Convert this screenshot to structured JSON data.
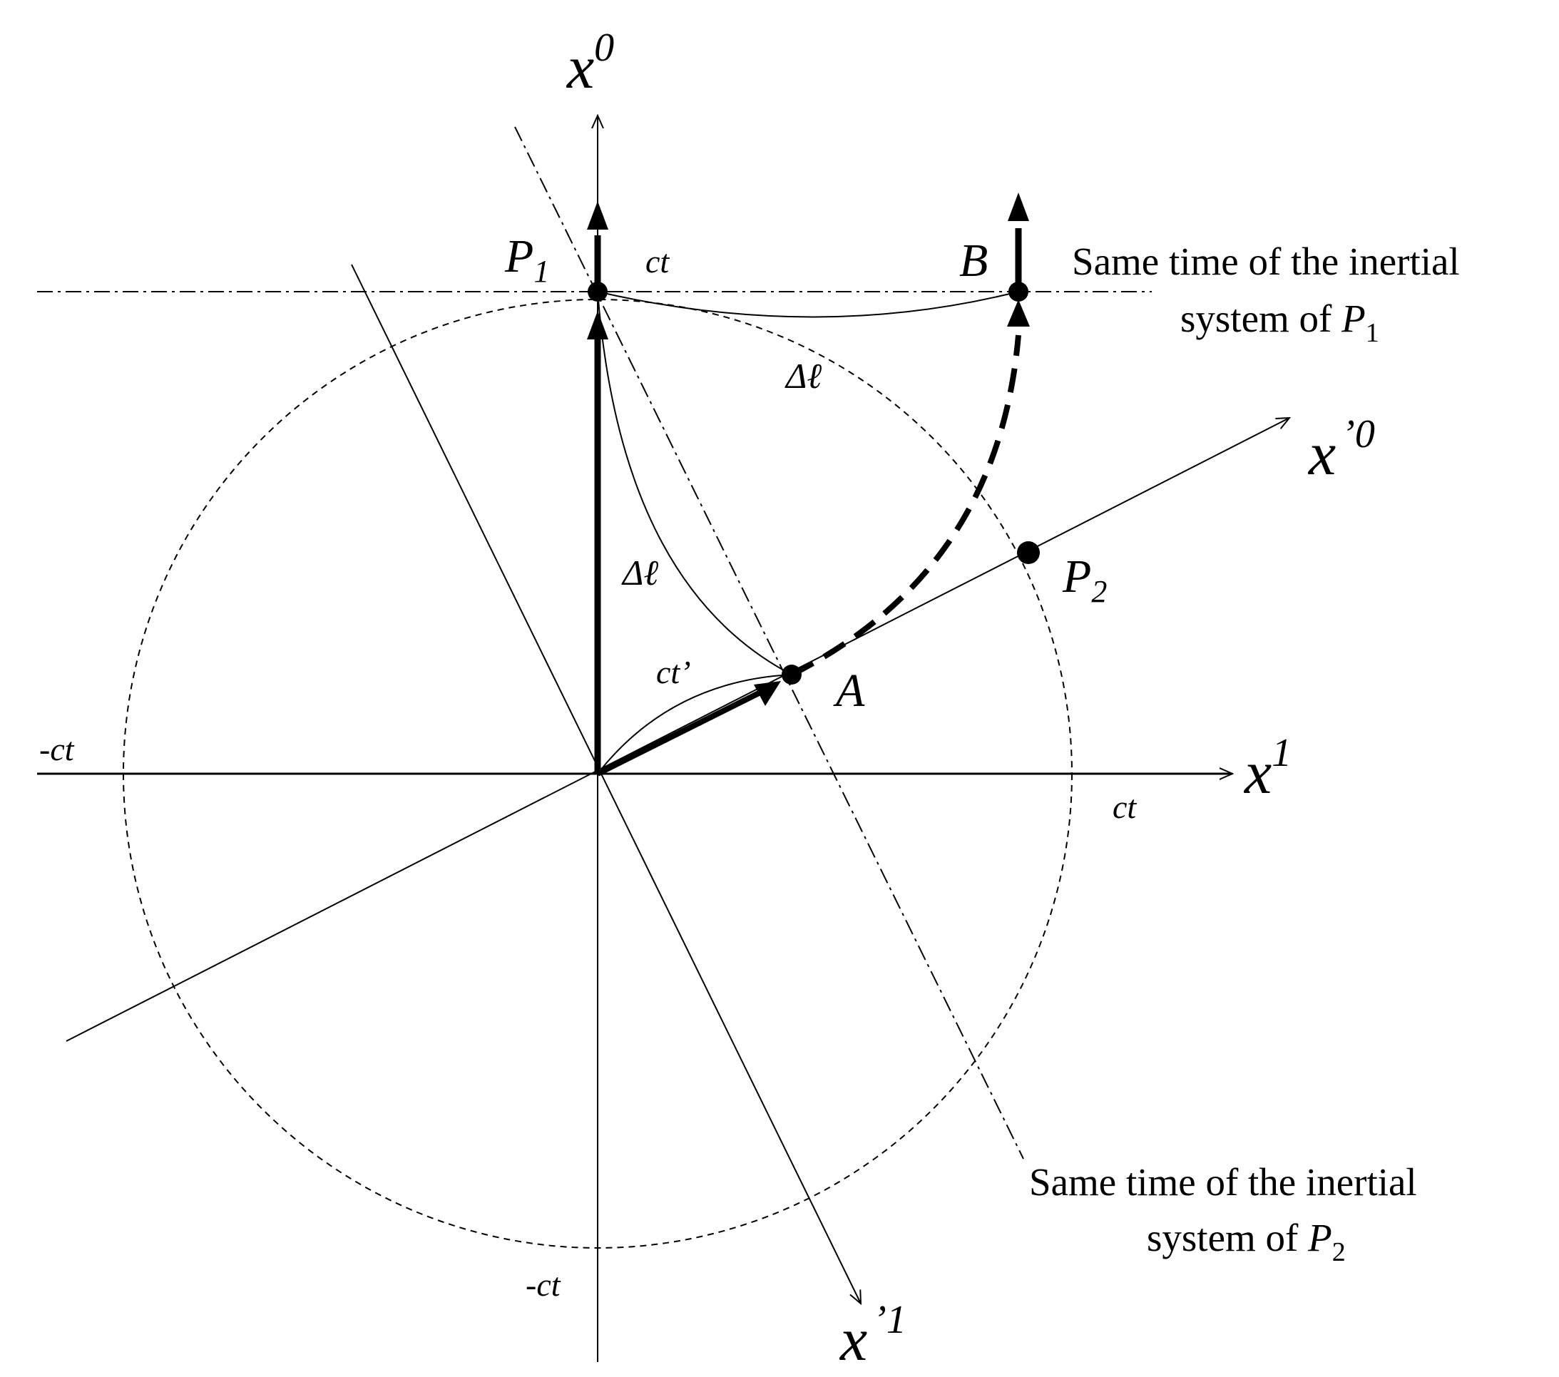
{
  "axes": {
    "x0": {
      "base": "x",
      "sup": "0"
    },
    "x1": {
      "base": "x",
      "sup": "1"
    },
    "x0p": {
      "base": "x",
      "sup": "’0"
    },
    "x1p": {
      "base": "x",
      "sup": "’1"
    }
  },
  "tick_labels": {
    "ct_top": "ct",
    "ct_right": "ct",
    "neg_ct_left": "-ct",
    "neg_ct_bottom": "-ct",
    "ct_prime": "ct’"
  },
  "points": {
    "P1": {
      "base": "P",
      "sub": "1"
    },
    "P2": {
      "base": "P",
      "sub": "2"
    },
    "A": "A",
    "B": "B"
  },
  "delta_labels": {
    "upper": "Δℓ",
    "middle": "Δℓ"
  },
  "annotations": {
    "p1_line1": "Same time of the inertial",
    "p1_line2_text": "system of ",
    "p1_line2_var": "P",
    "p1_line2_sub": "1",
    "p2_line1": "Same time of the inertial",
    "p2_line2_text": "system of ",
    "p2_line2_var": "P",
    "p2_line2_sub": "2"
  },
  "colors": {
    "ink": "#000000",
    "background": "#ffffff"
  }
}
